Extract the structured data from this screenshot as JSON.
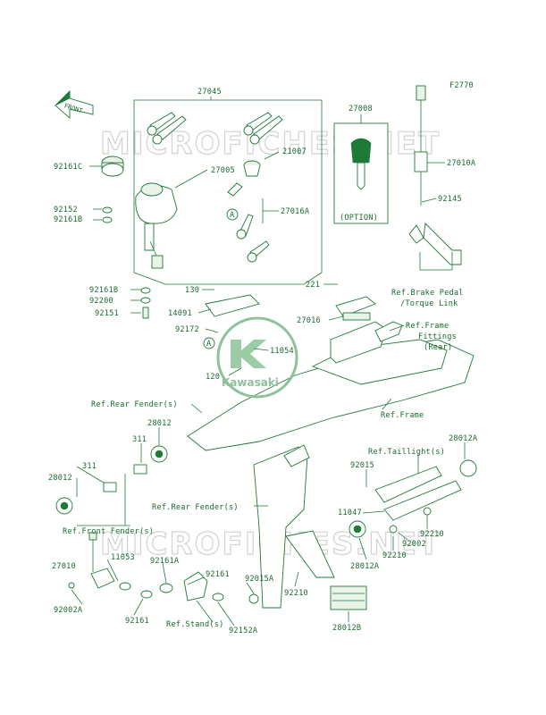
{
  "figure_code": "F2770",
  "front_arrow": "FRONT",
  "watermark": "MICROFICHES.NET",
  "logo_text": "Kawasaki",
  "option_label": "(OPTION)",
  "callout_a": "A",
  "part_labels": {
    "p27045": "27045",
    "p27008": "27008",
    "p92161C": "92161C",
    "p27005": "27005",
    "p21007": "21007",
    "p27010A": "27010A",
    "p92152": "92152",
    "p92161B": "92161B",
    "p27016A": "27016A",
    "p92145": "92145",
    "p92161B_2": "92161B",
    "p92200": "92200",
    "p92151": "92151",
    "p130": "130",
    "p221": "221",
    "p14091": "14091",
    "p27016": "27016",
    "p92172": "92172",
    "p11054": "11054",
    "p120": "120",
    "p28012_top": "28012",
    "p311_top": "311",
    "p28012_left": "28012",
    "p311_left": "311",
    "p28012A_r": "28012A",
    "p92015": "92015",
    "p11047": "11047",
    "p92002": "92002",
    "p92210_r1": "92210",
    "p92210_r2": "92210",
    "p28012A_b": "28012A",
    "p27010": "27010",
    "p11053": "11053",
    "p92161A": "92161A",
    "p92161_m": "92161",
    "p92015A": "92015A",
    "p92002A": "92002A",
    "p92161_b": "92161",
    "p92152A": "92152A",
    "p92210_b": "92210",
    "p28012B": "28012B"
  },
  "ref_labels": {
    "brake_pedal_1": "Ref.Brake Pedal",
    "brake_pedal_2": "/Torque Link",
    "frame_fittings_1": "Ref.Frame",
    "frame_fittings_2": "Fittings",
    "frame_fittings_3": "(Rear)",
    "rear_fender_1": "Ref.Rear Fender(s)",
    "frame": "Ref.Frame",
    "taillight": "Ref.Taillight(s)",
    "rear_fender_2": "Ref.Rear Fender(s)",
    "front_fender": "Ref.Front Fender(s)",
    "stand": "Ref.Stand(s)"
  }
}
